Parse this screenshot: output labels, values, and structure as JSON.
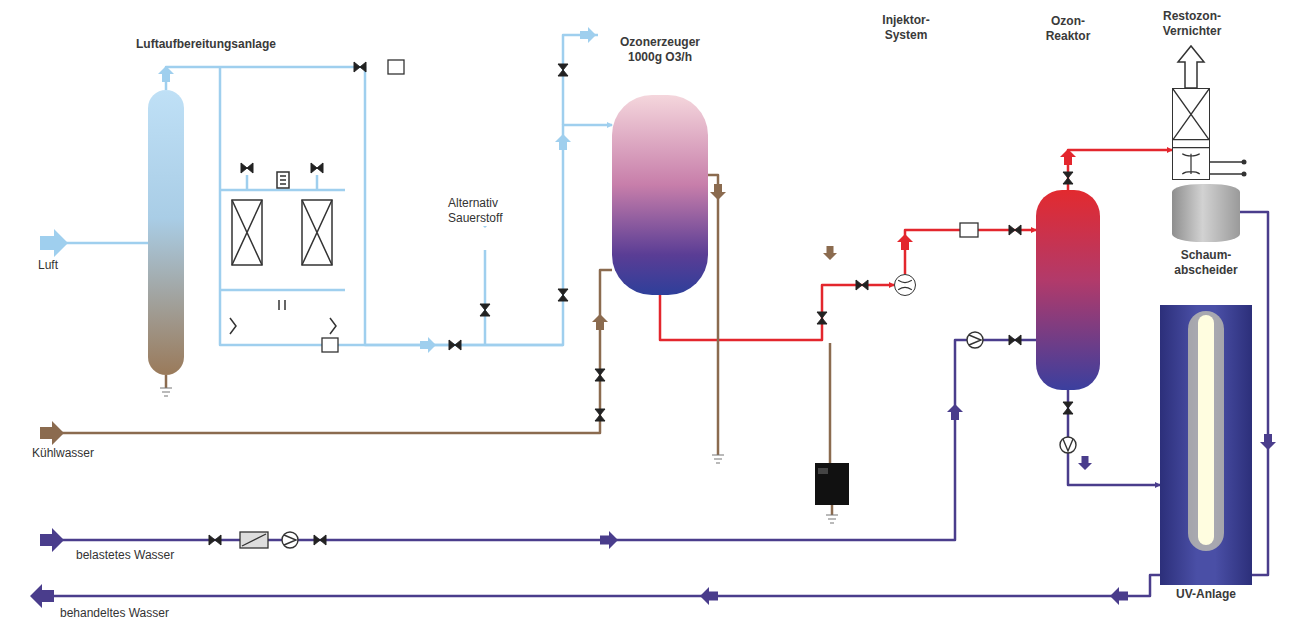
{
  "diagram": {
    "nodes": [
      {
        "text": [
          "Luftaufbereitungsanlage"
        ]
      },
      {
        "text": [
          "Ozonerzeuger 1000g O3/h"
        ]
      },
      {
        "text": [
          "Injektor-System"
        ]
      },
      {
        "text": [
          "Ozon-Reaktor"
        ]
      },
      {
        "text": [
          "Restozon-Vernichter"
        ]
      },
      {
        "text": [
          "Schaum-abscheider"
        ]
      },
      {
        "text": [
          "UV-Anlage"
        ]
      }
    ],
    "edges": [
      {
        "from": 0,
        "to": 1,
        "arrow": "to"
      },
      {
        "from": 1,
        "to": 2,
        "arrow": "to"
      },
      {
        "from": 2,
        "to": 3,
        "arrow": "to"
      },
      {
        "from": 3,
        "to": 4,
        "arrow": "to"
      },
      {
        "from": 3,
        "to": 6,
        "arrow": "to"
      }
    ],
    "labels": [
      "Luft",
      "Alternativ Sauerstoff",
      "Kühlwasser",
      "belastetes Wasser",
      "behandeltes Wasser"
    ]
  }
}
